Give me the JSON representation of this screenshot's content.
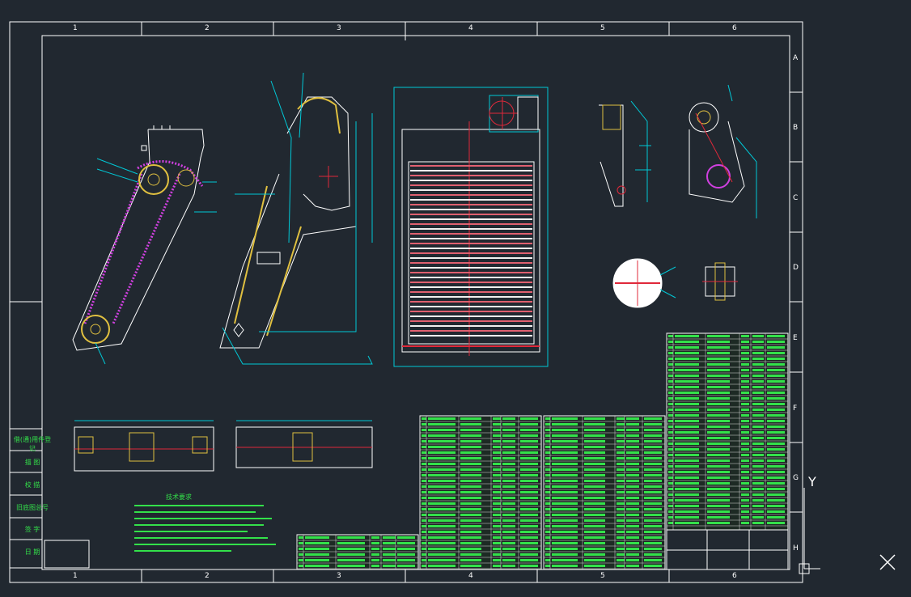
{
  "drawing": {
    "col_labels": [
      "1",
      "2",
      "3",
      "4",
      "5",
      "6"
    ],
    "row_labels": [
      "A",
      "B",
      "C",
      "D",
      "E",
      "F",
      "G",
      "H"
    ],
    "tech_title": "技术要求",
    "side_labels": [
      "借(通)用件登记",
      "描 图",
      "校 描",
      "旧底图总号",
      "签 字",
      "日 期"
    ],
    "colors": {
      "background": "#212830",
      "frame": "#ffffff",
      "geometry": "#00c8d6",
      "accent": "#e0283a",
      "table": "#33e14a",
      "magenta": "#d040e0"
    }
  },
  "ucs": {
    "axis_label": "Y",
    "icon": "ucs-icon"
  },
  "crosshair": {
    "icon": "crosshair-cursor-icon"
  }
}
